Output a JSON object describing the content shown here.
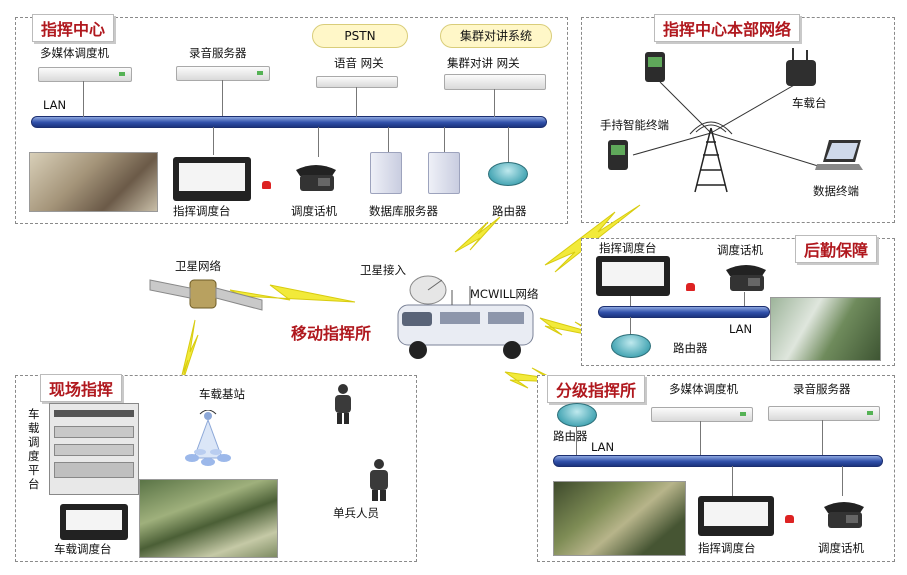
{
  "command_center": {
    "title": "指挥中心",
    "multimedia_dispatcher": "多媒体调度机",
    "recording_server": "录音服务器",
    "pstn_cloud": "PSTN",
    "voice_gateway": "语音 网关",
    "trunk_cloud": "集群对讲系统",
    "trunk_gateway": "集群对讲 网关",
    "lan": "LAN",
    "console": "指挥调度台",
    "phone": "调度话机",
    "db_server": "数据库服务器",
    "router": "路由器"
  },
  "hq_network": {
    "title": "指挥中心本部网络",
    "handheld": "手持智能终端",
    "vehicle_radio": "车载台",
    "data_terminal": "数据终端"
  },
  "center": {
    "satellite_network": "卫星网络",
    "satellite_access": "卫星接入",
    "mcwill": "MCWILL网络",
    "mobile_command": "移动指挥所"
  },
  "logistics": {
    "title": "后勤保障",
    "console": "指挥调度台",
    "phone": "调度话机",
    "lan": "LAN",
    "router": "路由器"
  },
  "field": {
    "title": "现场指挥",
    "dispatch_platform": [
      "车",
      "载",
      "调",
      "度",
      "平",
      "台"
    ],
    "base_station": "车载基站",
    "soldier": "单兵人员",
    "vehicle_console": "车载调度台"
  },
  "branch": {
    "title": "分级指挥所",
    "router": "路由器",
    "multimedia_dispatcher": "多媒体调度机",
    "recording_server": "录音服务器",
    "lan": "LAN",
    "console": "指挥调度台",
    "phone": "调度话机"
  }
}
